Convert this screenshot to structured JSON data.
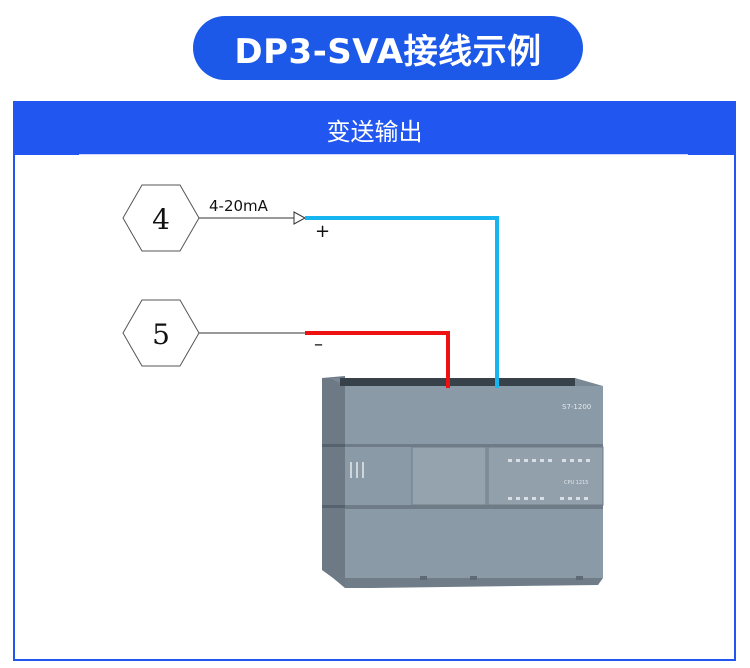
{
  "title": "DP3-SVA接线示例",
  "section_header": "变送输出",
  "terminals": [
    {
      "number": "4",
      "signal_label": "4-20mA",
      "polarity": "+",
      "wire_color": "#17b5ef"
    },
    {
      "number": "5",
      "signal_label": "",
      "polarity": "–",
      "wire_color": "#ee1111"
    }
  ],
  "plc": {
    "model_label": "S7-1200",
    "cpu_label": "CPU 1215",
    "front_color": "#8b9aa7"
  },
  "colors": {
    "accent": "#1c59e8",
    "panel_border": "#2156f0"
  }
}
